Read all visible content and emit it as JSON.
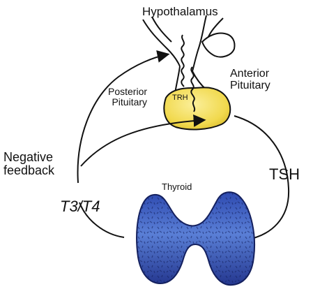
{
  "labels": {
    "hypothalamus": "Hypothalamus",
    "anterior_pituitary": [
      "Anterior",
      "Pituitary"
    ],
    "posterior_pituitary": [
      "Posterior",
      "Pituitary"
    ],
    "trh": "TRH",
    "negative_feedback": [
      "Negative",
      "feedback"
    ],
    "tsh": "TSH",
    "thyroid": "Thyroid",
    "t3_t4": "T3/T4"
  },
  "colors": {
    "pituitary_fill": "#f3df5a",
    "thyroid_fill": "#3b5fc2",
    "thyroid_dark": "#1c2f7a",
    "line": "#111111"
  }
}
